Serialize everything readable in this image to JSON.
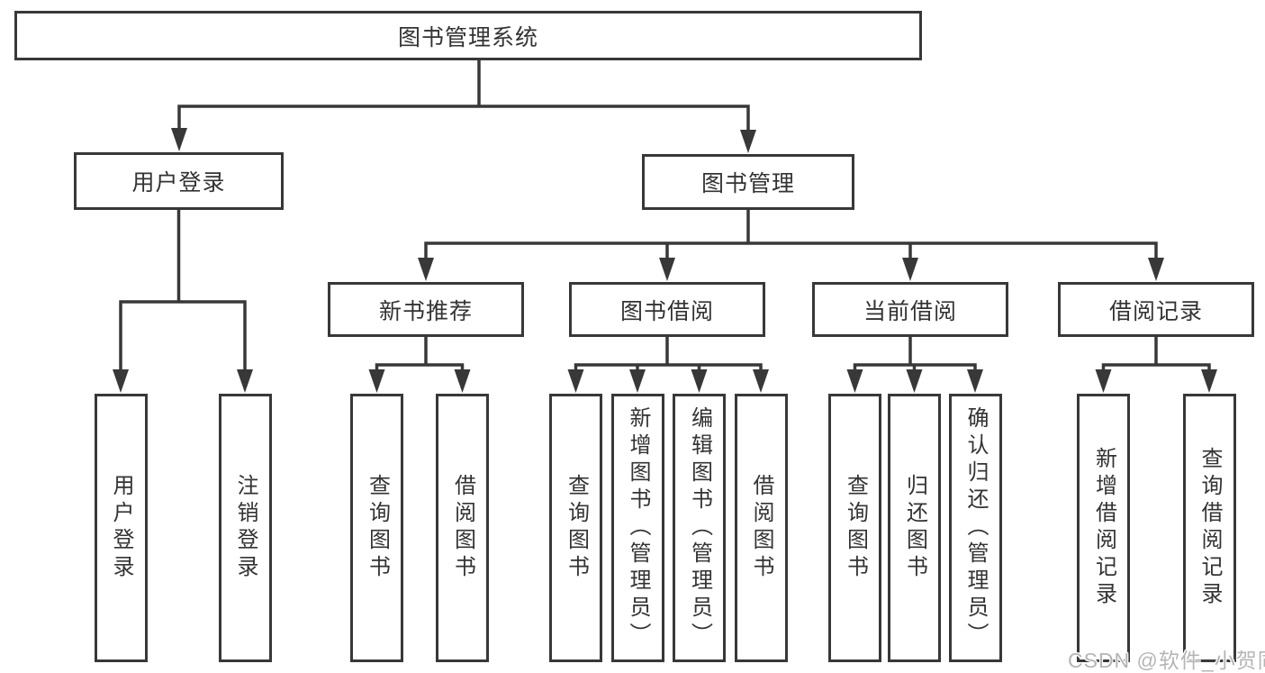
{
  "diagram": {
    "root_label": "图书管理系统",
    "login_branch": {
      "label": "用户登录",
      "children": [
        "用户登录",
        "注销登录"
      ]
    },
    "management_branch": {
      "label": "图书管理",
      "groups": [
        {
          "label": "新书推荐",
          "children": [
            "查询图书",
            "借阅图书"
          ]
        },
        {
          "label": "图书借阅",
          "children": [
            "查询图书",
            "新增图书（管理员）",
            "编辑图书（管理员）",
            "借阅图书"
          ]
        },
        {
          "label": "当前借阅",
          "children": [
            "查询图书",
            "归还图书",
            "确认归还（管理员）"
          ]
        },
        {
          "label": "借阅记录",
          "children": [
            "新增借阅记录",
            "查询借阅记录"
          ]
        }
      ]
    }
  },
  "watermark": "CSDN @软件_小贺同学",
  "colors": {
    "line": "#383838",
    "box_border": "#383838",
    "text": "#333333",
    "background": "#ffffff",
    "watermark_text": "#b5b5b5"
  }
}
